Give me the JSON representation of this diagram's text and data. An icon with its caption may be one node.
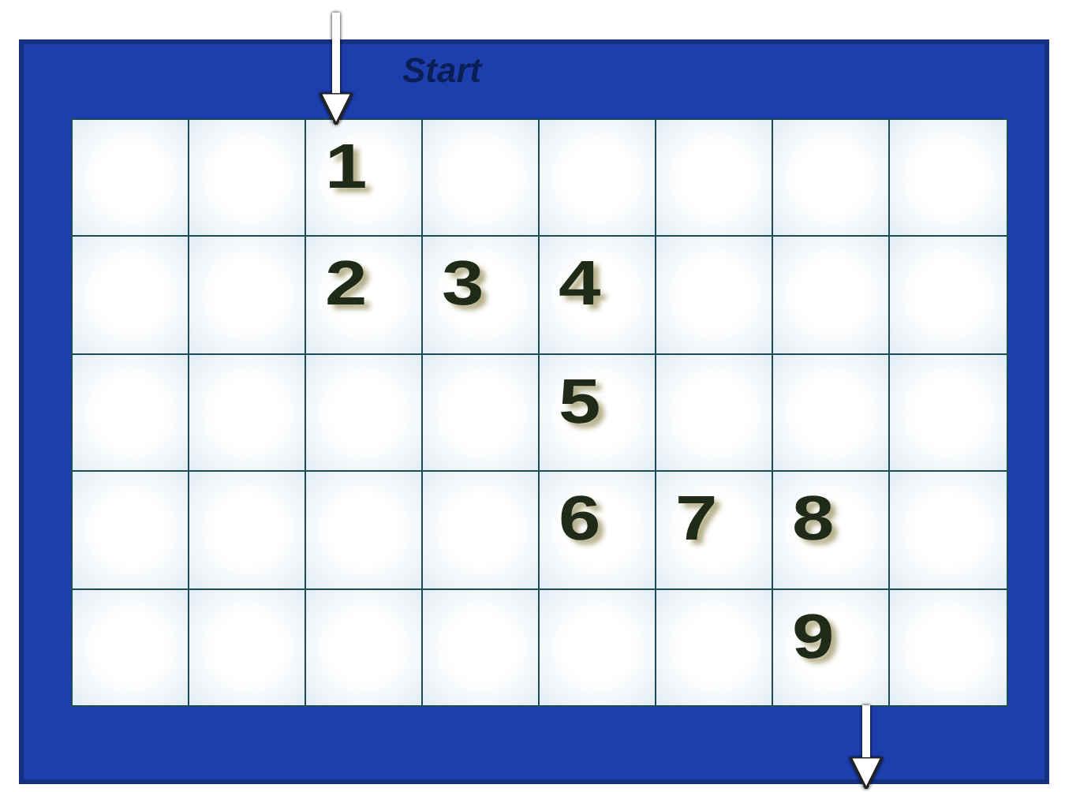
{
  "diagram": {
    "nodes": [
      {
        "text": [
          "1"
        ]
      },
      {
        "text": [
          "2"
        ]
      },
      {
        "text": [
          "3"
        ]
      },
      {
        "text": [
          "4"
        ]
      },
      {
        "text": [
          "5"
        ]
      },
      {
        "text": [
          "6"
        ]
      },
      {
        "text": [
          "7"
        ]
      },
      {
        "text": [
          "8"
        ]
      },
      {
        "text": [
          "9"
        ]
      }
    ],
    "edges": [
      {
        "from": null,
        "to": 0,
        "arrow": "to"
      },
      {
        "from": 8,
        "to": null,
        "arrow": "to"
      }
    ],
    "labels": [
      "Start"
    ]
  }
}
